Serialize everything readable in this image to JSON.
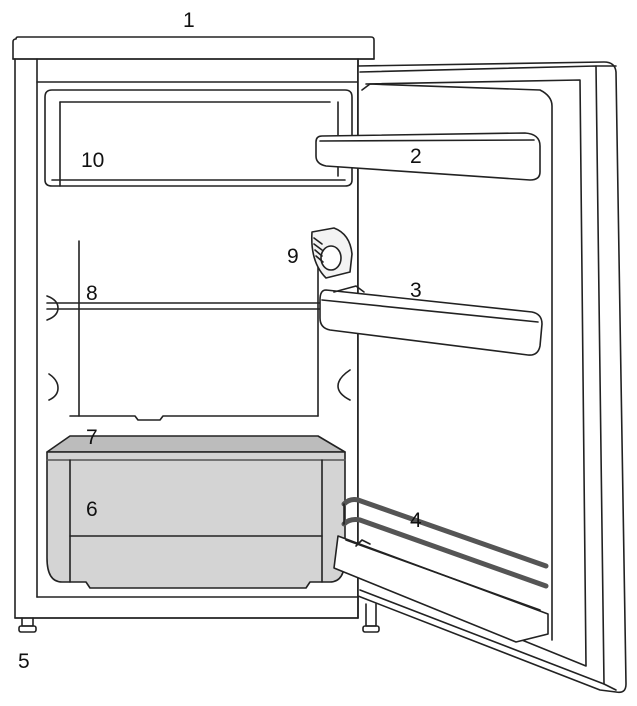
{
  "labels": {
    "top_cover": "1",
    "door_shelf_upper": "2",
    "door_shelf_middle": "3",
    "bottle_shelf": "4",
    "adjustable_feet": "5",
    "crisper_drawer": "6",
    "crisper_cover": "7",
    "glass_shelf": "8",
    "thermostat_knob": "9",
    "freezer_compartment": "10"
  }
}
